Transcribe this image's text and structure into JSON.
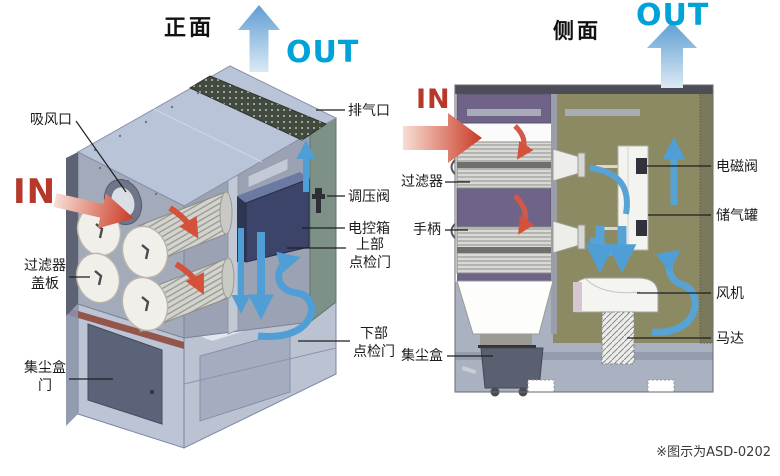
{
  "front_view": {
    "title": "正面",
    "in_label": "IN",
    "out_label": "OUT",
    "labels": {
      "inlet": "吸风口",
      "exhaust_outlet": "排气口",
      "pressure_valve": "调压阀",
      "control_box": "电控箱",
      "upper_inspection_door": "上部\n点检门",
      "lower_inspection_door": "下部\n点检门",
      "filter_cover": "过滤器\n盖板",
      "dust_box_door": "集尘盒\n门"
    }
  },
  "side_view": {
    "title": "侧面",
    "in_label": "IN",
    "out_label": "OUT",
    "labels": {
      "filter": "过滤器",
      "handle": "手柄",
      "dust_box": "集尘盒",
      "solenoid_valve": "电磁阀",
      "air_tank": "储气罐",
      "fan": "风机",
      "motor": "马达"
    }
  },
  "footnote": "※图示为ASD-0202",
  "colors": {
    "in_red": "#b6392b",
    "out_cyan": "#00a3d8",
    "flow_blue": "#58a3d6",
    "flow_red": "#d4513a",
    "top_panel": "#bac4d9",
    "side_panel_green": "#7d9187",
    "purple_panel": "#6f6488",
    "olive_chamber": "#8b8a63",
    "control_box_navy": "#3c4569"
  }
}
